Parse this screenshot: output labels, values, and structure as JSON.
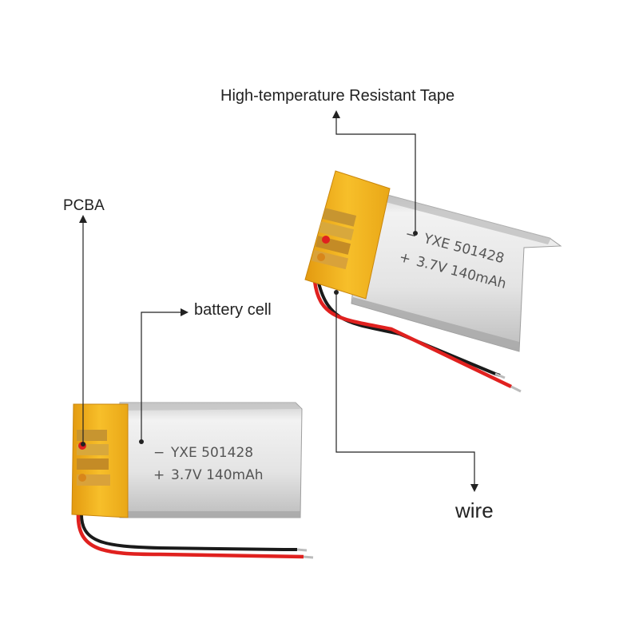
{
  "labels": {
    "tape": "High-temperature Resistant Tape",
    "pcba": "PCBA",
    "battery_cell": "battery cell",
    "wire": "wire"
  },
  "battery_print": {
    "line1_sign": "−",
    "line1": "YXE 501428",
    "line2_sign": "+",
    "line2": "3.7V 140mAh"
  },
  "colors": {
    "tape": "#f4b21a",
    "cell_body": "#e6e6e6",
    "wire_red": "#e0211f",
    "wire_black": "#1a1a1a",
    "annotation_line": "#222222"
  }
}
